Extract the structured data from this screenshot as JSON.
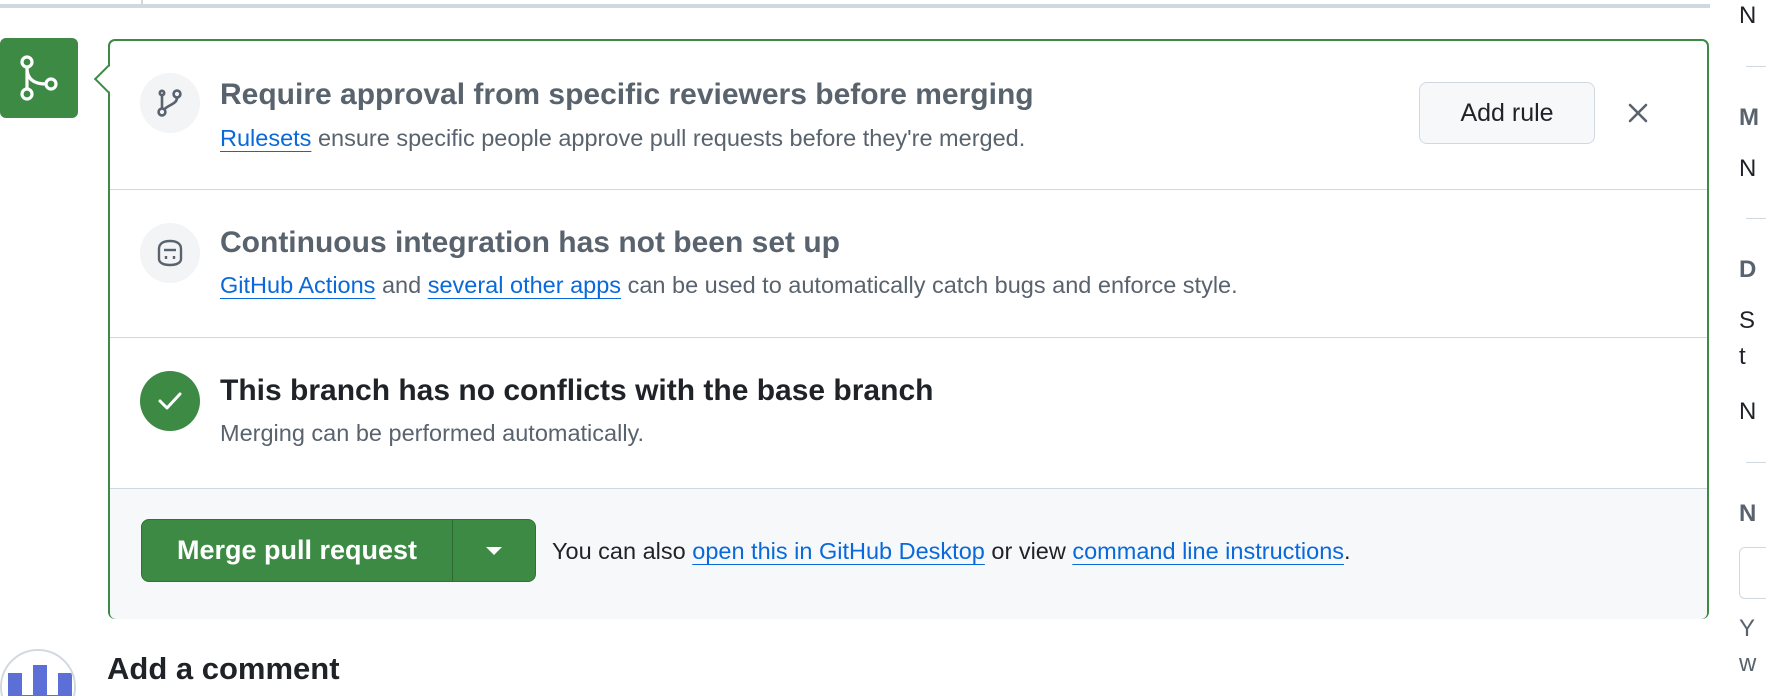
{
  "rulesets_panel": {
    "title": "Require approval from specific reviewers before merging",
    "link_text": "Rulesets",
    "desc_rest": " ensure specific people approve pull requests before they're merged.",
    "add_rule_label": "Add rule"
  },
  "ci_panel": {
    "title": "Continuous integration has not been set up",
    "link1": "GitHub Actions",
    "mid": " and ",
    "link2": "several other apps",
    "desc_rest": " can be used to automatically catch bugs and enforce style."
  },
  "conflicts_panel": {
    "title": "This branch has no conflicts with the base branch",
    "desc": "Merging can be performed automatically."
  },
  "merge_actions": {
    "button_label": "Merge pull request",
    "note_prefix": "You can also ",
    "link1": "open this in GitHub Desktop",
    "note_mid": " or view ",
    "link2": "command line instructions",
    "note_suffix": "."
  },
  "comment": {
    "title": "Add a comment"
  },
  "sidebar_fragments": [
    "N",
    "M",
    "N",
    "D",
    "S",
    "t",
    "N",
    "N",
    "Y",
    "w"
  ],
  "colors": {
    "success": "#3c8a43",
    "link": "#0969da",
    "muted": "#59636e",
    "border": "#d1d9e0"
  },
  "icons": [
    "git-merge-icon",
    "git-branch-icon",
    "copilot-icon",
    "check-icon",
    "close-icon",
    "triangle-down-icon"
  ]
}
